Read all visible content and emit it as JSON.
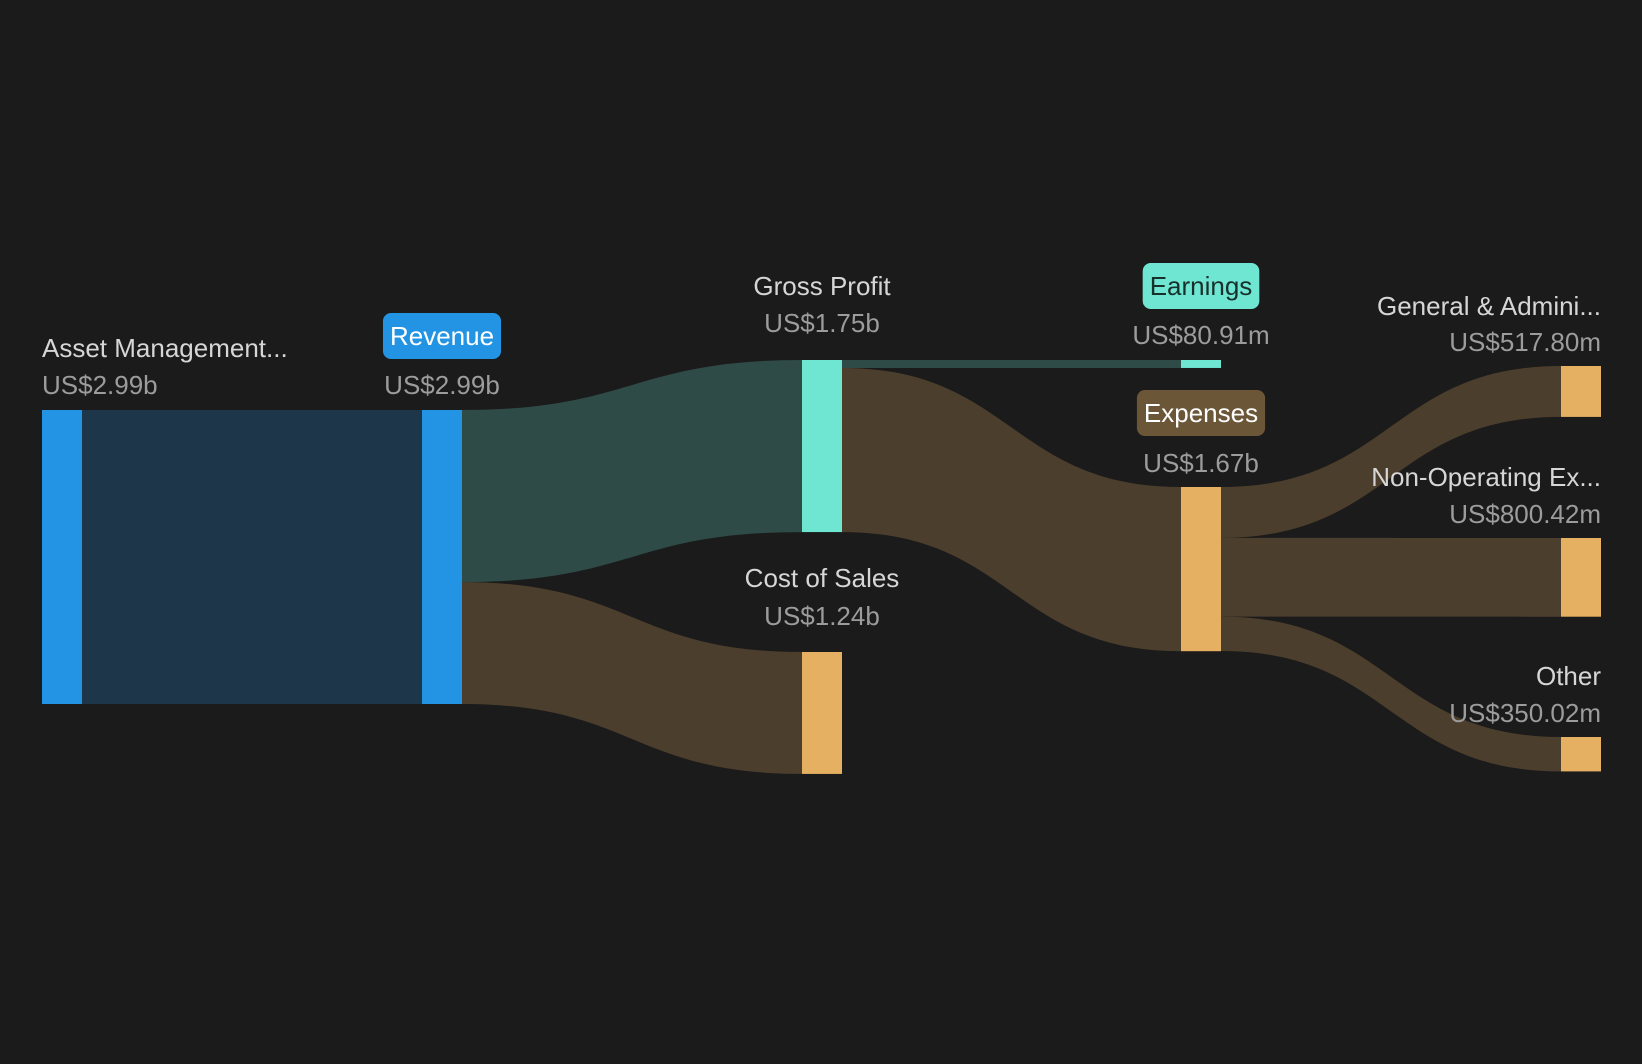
{
  "colors": {
    "background": "#1b1b1b",
    "revenue": "#2394e3",
    "revenue_link": "#1e3649",
    "profit": "#6fe6d2",
    "profit_link": "#2e4b47",
    "expense": "#e5b061",
    "expense_link": "#4c3e2c",
    "expense_pill": "#6b5638",
    "label_name": "#d6d6d6",
    "label_value": "#9c9c9c"
  },
  "chart_data": {
    "type": "sankey",
    "currency_unit": "US$",
    "nodes": [
      {
        "id": "asset_mgmt",
        "label": "Asset Management...",
        "value": 2.99,
        "display_value": "US$2.99b",
        "category": "revenue"
      },
      {
        "id": "revenue",
        "label": "Revenue",
        "value": 2.99,
        "display_value": "US$2.99b",
        "category": "revenue",
        "highlight": true
      },
      {
        "id": "gross_profit",
        "label": "Gross Profit",
        "value": 1.75,
        "display_value": "US$1.75b",
        "category": "profit"
      },
      {
        "id": "cost_of_sales",
        "label": "Cost of Sales",
        "value": 1.24,
        "display_value": "US$1.24b",
        "category": "expense"
      },
      {
        "id": "earnings",
        "label": "Earnings",
        "value": 0.08091,
        "display_value": "US$80.91m",
        "category": "profit",
        "highlight": true
      },
      {
        "id": "expenses",
        "label": "Expenses",
        "value": 1.67,
        "display_value": "US$1.67b",
        "category": "expense",
        "highlight": true
      },
      {
        "id": "gen_admin",
        "label": "General & Admini...",
        "value": 0.5178,
        "display_value": "US$517.80m",
        "category": "expense"
      },
      {
        "id": "non_op",
        "label": "Non-Operating Ex...",
        "value": 0.80042,
        "display_value": "US$800.42m",
        "category": "expense"
      },
      {
        "id": "other",
        "label": "Other",
        "value": 0.35002,
        "display_value": "US$350.02m",
        "category": "expense"
      }
    ],
    "links": [
      {
        "source": "asset_mgmt",
        "target": "revenue",
        "value": 2.99
      },
      {
        "source": "revenue",
        "target": "gross_profit",
        "value": 1.75
      },
      {
        "source": "revenue",
        "target": "cost_of_sales",
        "value": 1.24
      },
      {
        "source": "gross_profit",
        "target": "earnings",
        "value": 0.08091
      },
      {
        "source": "gross_profit",
        "target": "expenses",
        "value": 1.67
      },
      {
        "source": "expenses",
        "target": "gen_admin",
        "value": 0.5178
      },
      {
        "source": "expenses",
        "target": "non_op",
        "value": 0.80042
      },
      {
        "source": "expenses",
        "target": "other",
        "value": 0.35002
      }
    ]
  }
}
